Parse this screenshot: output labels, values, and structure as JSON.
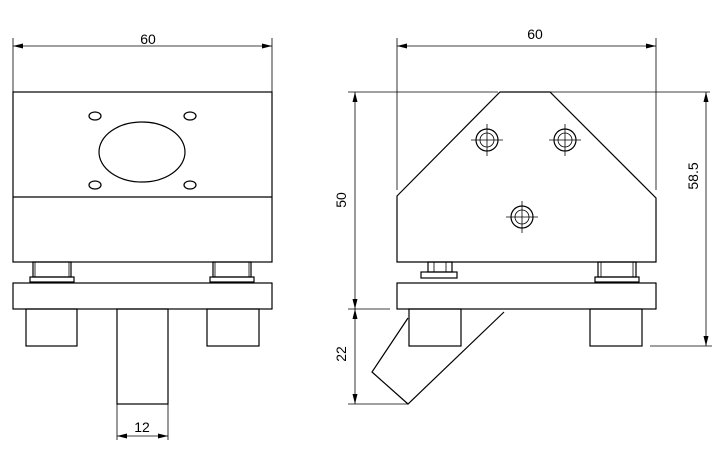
{
  "front_view": {
    "dims": {
      "width": "60",
      "bottom_width": "12"
    }
  },
  "side_view": {
    "dims": {
      "width": "60",
      "height": "50",
      "total_height": "58.5",
      "bottom": "22"
    }
  },
  "colors": {
    "line": "#000000",
    "background": "#ffffff"
  }
}
